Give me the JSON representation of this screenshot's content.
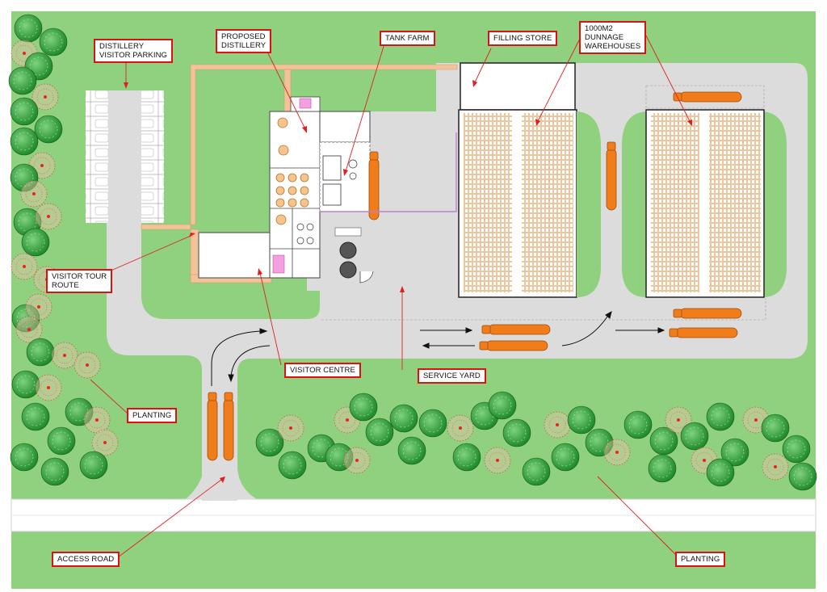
{
  "labels": {
    "parking": [
      "DISTILLERY",
      "VISITOR PARKING"
    ],
    "distillery": [
      "PROPOSED",
      "DISTILLERY"
    ],
    "tank_farm": "TANK FARM",
    "filling_store": "FILLING STORE",
    "warehouses": [
      "1000m2",
      "DUNNAGE",
      "WAREHOUSES"
    ],
    "visitor_tour": [
      "VISITOR TOUR",
      "ROUTE"
    ],
    "visitor_centre": "VISITOR CENTRE",
    "service_yard": "SERVICE YARD",
    "planting_left": "PLANTING",
    "planting_right": "PLANTING",
    "access_road": "ACCESS ROAD"
  },
  "colors": {
    "grass": "#8fd17f",
    "road": "#dcdcdc",
    "path": "#f2c39a",
    "vehicle": "#f07d1a",
    "callout_border": "#dd1111",
    "tree": "#2fa02f"
  }
}
